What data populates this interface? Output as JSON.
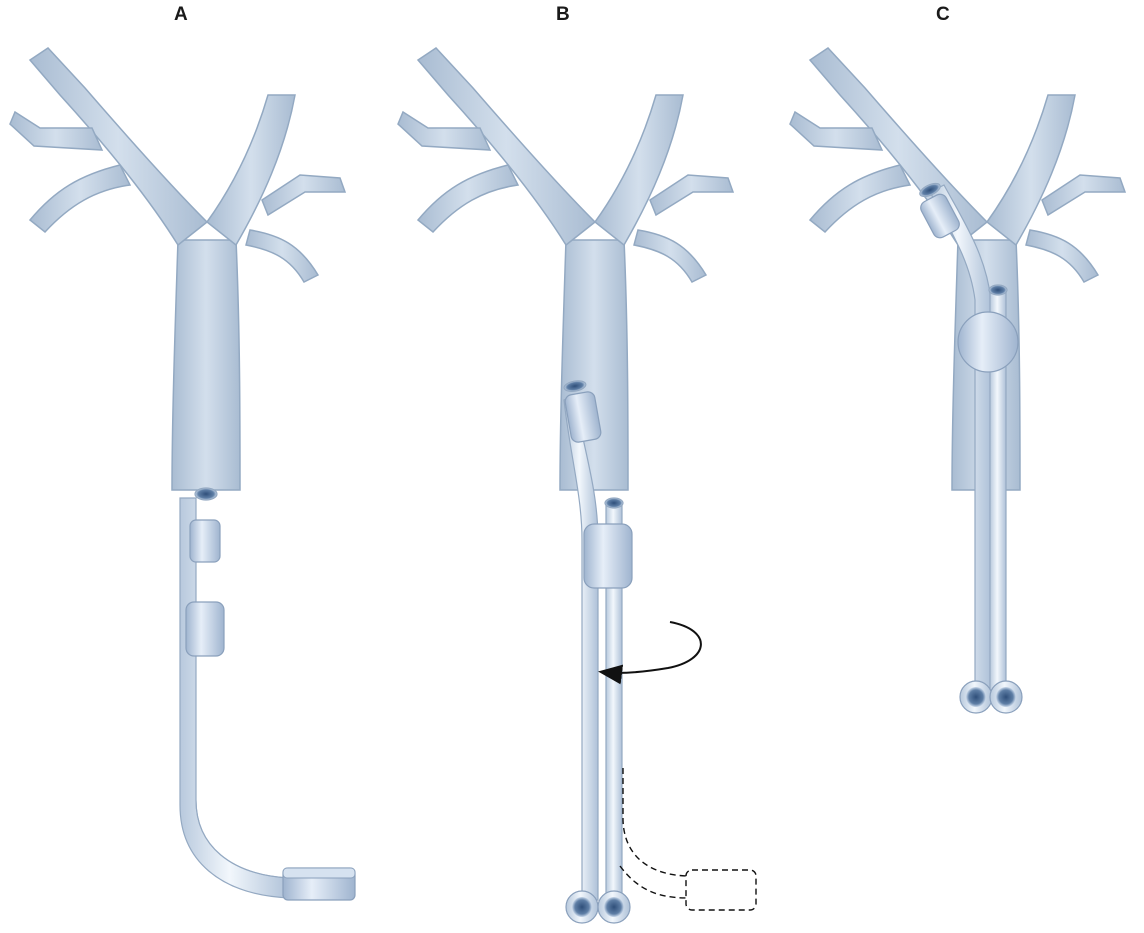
{
  "panels": [
    {
      "label": "A"
    },
    {
      "label": "B"
    },
    {
      "label": "C"
    }
  ],
  "colors": {
    "airway_fill": "#bccbdc",
    "airway_stroke": "#8ea5bf",
    "tube_fill": "#dfe9f4",
    "tube_stroke": "#94a9c2",
    "cuff_fill": "#c4d2e6",
    "lumen": "#5f7fa6",
    "arrow": "#111111"
  }
}
